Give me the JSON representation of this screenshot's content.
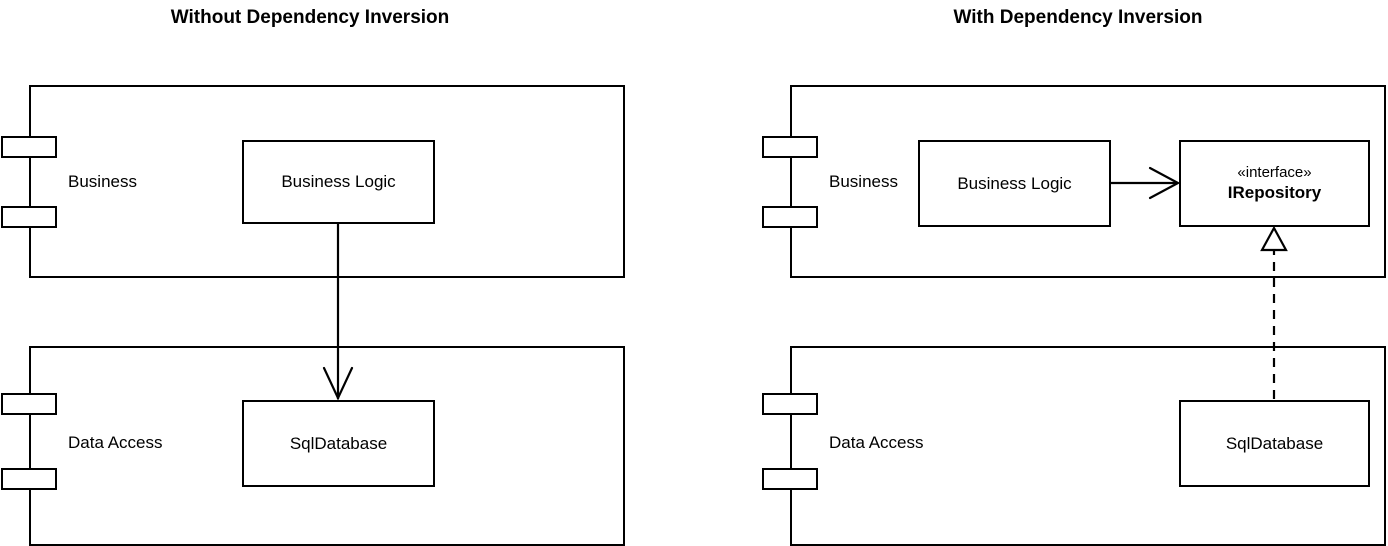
{
  "diagram": {
    "type": "uml-package-diagram",
    "background": "#ffffff",
    "stroke": "#000000"
  },
  "panels": [
    {
      "id": "without",
      "title": "Without Dependency Inversion",
      "packages": [
        {
          "id": "business",
          "label": "Business"
        },
        {
          "id": "data-access",
          "label": "Data Access"
        }
      ],
      "boxes": [
        {
          "id": "business-logic",
          "label": "Business Logic"
        },
        {
          "id": "sql-database",
          "label": "SqlDatabase"
        }
      ],
      "connectors": [
        {
          "id": "bl-to-sqldb",
          "from": "business-logic",
          "to": "sql-database",
          "style": "solid",
          "arrow": "open",
          "direction": "down"
        }
      ]
    },
    {
      "id": "with",
      "title": "With Dependency Inversion",
      "packages": [
        {
          "id": "business",
          "label": "Business"
        },
        {
          "id": "data-access",
          "label": "Data Access"
        }
      ],
      "boxes": [
        {
          "id": "business-logic",
          "label": "Business Logic"
        },
        {
          "id": "irepository",
          "stereotype": "«interface»",
          "label": "IRepository"
        },
        {
          "id": "sql-database",
          "label": "SqlDatabase"
        }
      ],
      "connectors": [
        {
          "id": "bl-to-irepository",
          "from": "business-logic",
          "to": "irepository",
          "style": "solid",
          "arrow": "open",
          "direction": "right"
        },
        {
          "id": "sqldb-realizes-irepository",
          "from": "sql-database",
          "to": "irepository",
          "style": "dashed",
          "arrow": "hollow-triangle",
          "direction": "up"
        }
      ]
    }
  ]
}
